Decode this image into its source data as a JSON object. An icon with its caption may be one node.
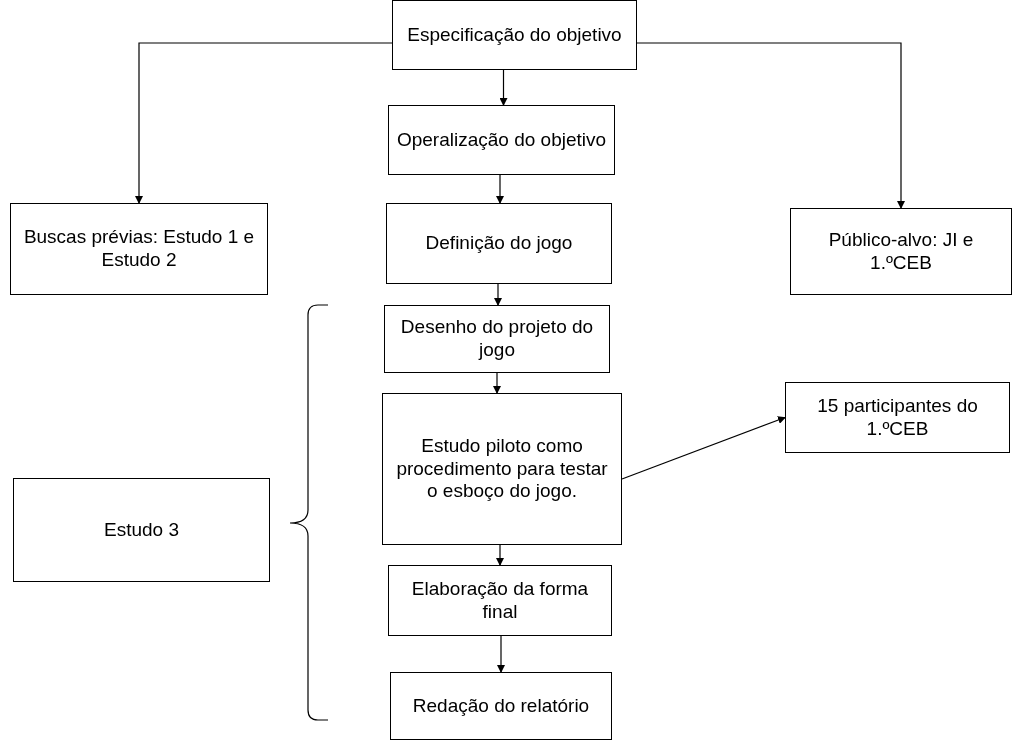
{
  "diagram": {
    "nodes": [
      {
        "text": [
          "Especificação do objetivo"
        ]
      },
      {
        "text": [
          "Operalização do objetivo"
        ]
      },
      {
        "text": [
          "Buscas prévias: Estudo 1 e Estudo 2"
        ]
      },
      {
        "text": [
          "Definição do jogo"
        ]
      },
      {
        "text": [
          "Público-alvo: JI e 1.ºCEB"
        ]
      },
      {
        "text": [
          "Desenho do projeto do jogo"
        ]
      },
      {
        "text": [
          "Estudo piloto como procedimento para testar o esboço do jogo."
        ]
      },
      {
        "text": [
          "15 participantes do 1.ºCEB"
        ]
      },
      {
        "text": [
          "Estudo 3"
        ]
      },
      {
        "text": [
          "Elaboração da forma final"
        ]
      },
      {
        "text": [
          "Redação do relatório"
        ]
      }
    ],
    "edges": [
      {
        "from": 0,
        "to": 2,
        "arrow": "to"
      },
      {
        "from": 0,
        "to": 4,
        "arrow": "to"
      },
      {
        "from": 0,
        "to": 1,
        "arrow": "to"
      },
      {
        "from": 1,
        "to": 3,
        "arrow": "to"
      },
      {
        "from": 3,
        "to": 5,
        "arrow": "to"
      },
      {
        "from": 5,
        "to": 6,
        "arrow": "to"
      },
      {
        "from": 6,
        "to": 7,
        "arrow": "to"
      },
      {
        "from": 6,
        "to": 9,
        "arrow": "to"
      },
      {
        "from": 9,
        "to": 10,
        "arrow": "to"
      }
    ]
  }
}
